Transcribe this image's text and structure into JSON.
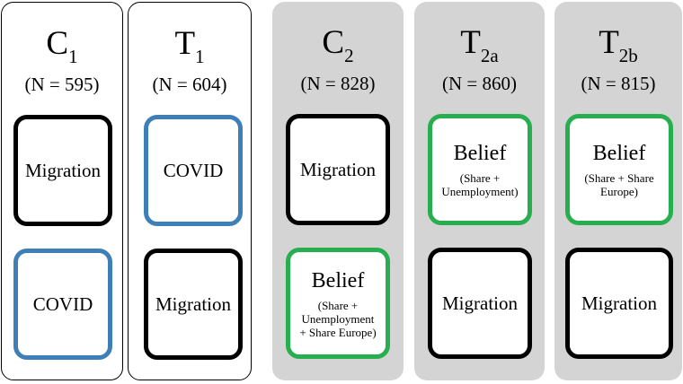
{
  "colors": {
    "migration_border": "#000000",
    "covid_border": "#3f7fb8",
    "belief_border": "#27ae4f",
    "grey_panel": "#d4d4d4"
  },
  "groups": [
    {
      "label": "C",
      "subscript": "1",
      "n": "(N = 595)",
      "top_box": {
        "label": "Migration",
        "detail": ""
      },
      "bottom_box": {
        "label": "COVID",
        "detail": ""
      }
    },
    {
      "label": "T",
      "subscript": "1",
      "n": "(N = 604)",
      "top_box": {
        "label": "COVID",
        "detail": ""
      },
      "bottom_box": {
        "label": "Migration",
        "detail": ""
      }
    },
    {
      "label": "C",
      "subscript": "2",
      "n": "(N = 828)",
      "top_box": {
        "label": "Migration",
        "detail": ""
      },
      "bottom_box": {
        "label": "Belief",
        "detail": "(Share +\nUnemployment\n+ Share Europe)"
      }
    },
    {
      "label": "T",
      "subscript": "2a",
      "n": "(N = 860)",
      "top_box": {
        "label": "Belief",
        "detail": "(Share +\nUnemployment)"
      },
      "bottom_box": {
        "label": "Migration",
        "detail": ""
      }
    },
    {
      "label": "T",
      "subscript": "2b",
      "n": "(N = 815)",
      "top_box": {
        "label": "Belief",
        "detail": "(Share + Share\nEurope)"
      },
      "bottom_box": {
        "label": "Migration",
        "detail": ""
      }
    }
  ]
}
